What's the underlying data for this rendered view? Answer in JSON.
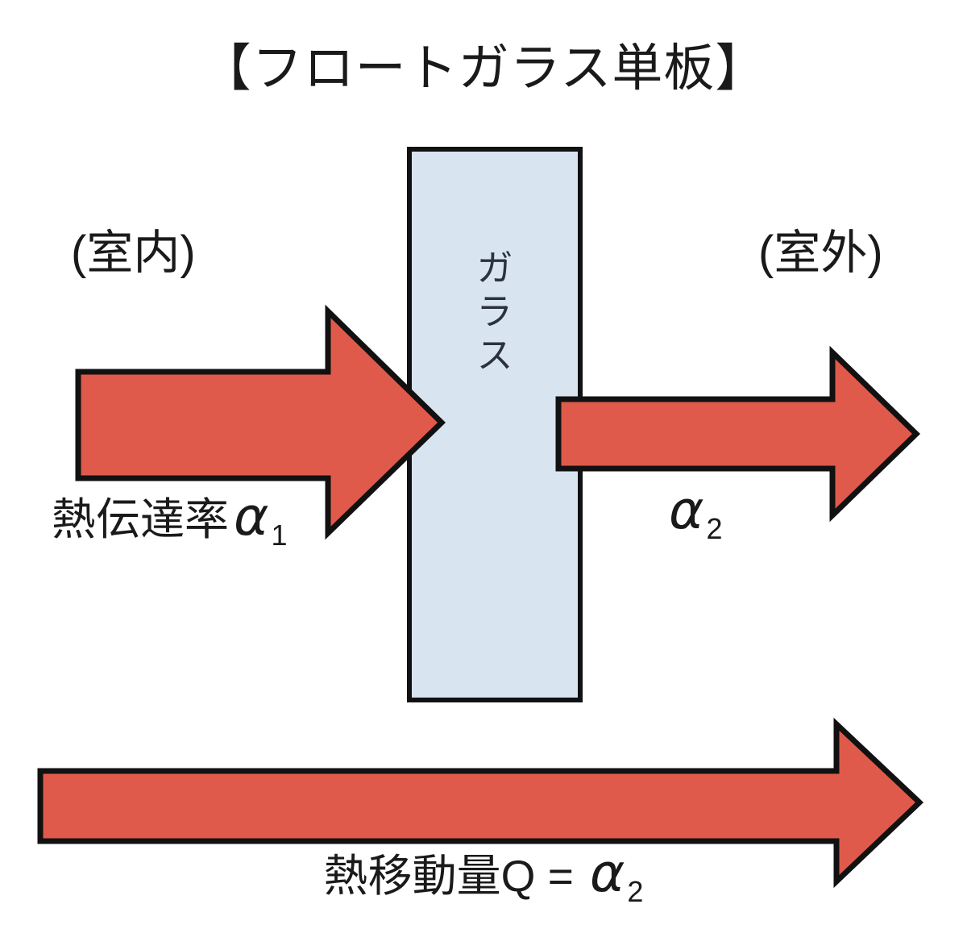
{
  "title": "【フロートガラス単板】",
  "zones": {
    "indoor": "(室内)",
    "outdoor": "(室外)"
  },
  "glass": {
    "label": "ガラス"
  },
  "coefficients": {
    "indoor": {
      "prefix": "熱伝達率",
      "symbol": "α",
      "sub": "1"
    },
    "outdoor": {
      "symbol": "α",
      "sub": "2"
    }
  },
  "formula": {
    "prefix": "熱移動量Q =",
    "symbol": "α",
    "sub": "2"
  },
  "colors": {
    "arrow_fill": "#df5a4b",
    "arrow_outline": "#111111",
    "glass_fill": "#d9e4f1",
    "glass_border": "#111111",
    "text": "#1a1a1a",
    "glass_text": "#2b323d",
    "background": "#ffffff"
  }
}
